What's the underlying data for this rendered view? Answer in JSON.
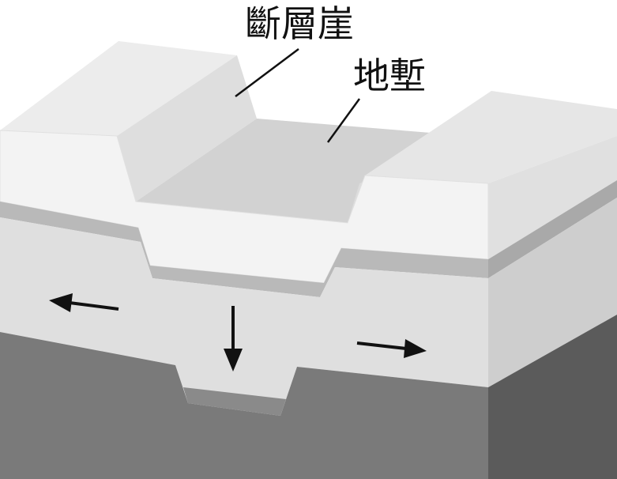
{
  "labels": {
    "fault_scarp": "斷層崖",
    "graben": "地塹"
  },
  "arrows": {
    "left": "extension-left",
    "down": "subsidence-down",
    "right": "extension-right"
  },
  "colors": {
    "top_surface": "#e8e8e8",
    "top_surface_light": "#f4f4f4",
    "graben_floor": "#d2d2d2",
    "scarp_face": "#dadada",
    "front_upper": "#f2f2f2",
    "thin_layer": "#b8b8b8",
    "middle_layer": "#dedede",
    "bottom_layer": "#7a7a7a",
    "side_upper": "#e2e2e2",
    "side_thin": "#a8a8a8",
    "side_middle": "#cfcfcf",
    "side_bottom": "#5a5a5a",
    "arrow": "#111111"
  }
}
